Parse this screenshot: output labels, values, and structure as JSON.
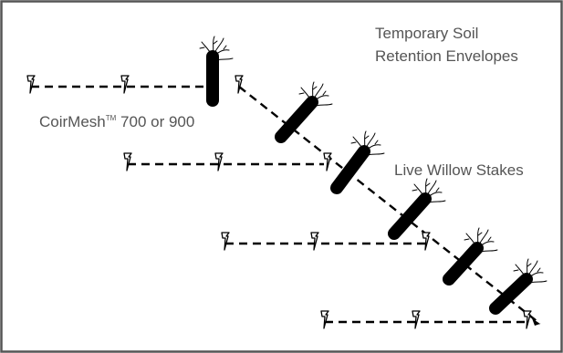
{
  "diagram": {
    "labels": {
      "envelopes_line1": "Temporary Soil",
      "envelopes_line2": "Retention Envelopes",
      "coirmesh_main": "CoirMesh",
      "coirmesh_tm": "TM",
      "coirmesh_rest": " 700 or 900",
      "willow": "Live Willow Stakes"
    },
    "colors": {
      "line": "#000000",
      "text": "#555555",
      "border": "#555555"
    },
    "stake_count": 6,
    "envelope_count": 4
  }
}
